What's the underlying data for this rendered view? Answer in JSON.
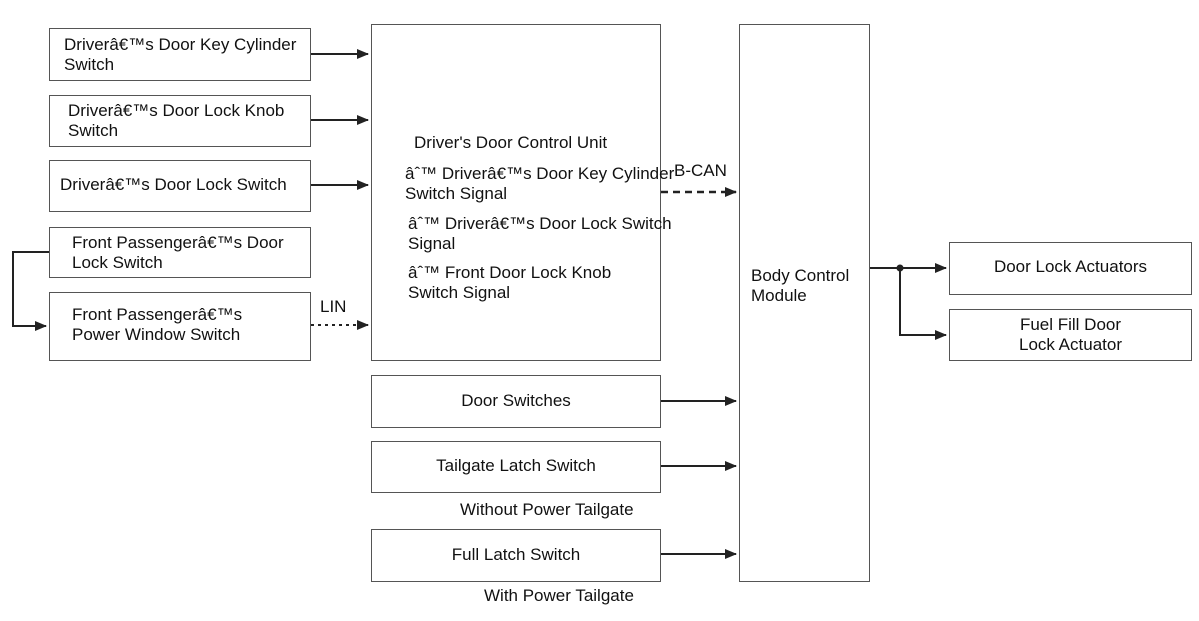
{
  "inputs": {
    "key_cylinder": "Driverâ€™s Door Key Cylinder\nSwitch",
    "lock_knob": "Driverâ€™s Door Lock Knob\nSwitch",
    "lock_switch": "Driverâ€™s Door Lock Switch",
    "fp_lock_switch": "Front Passengerâ€™s Door\nLock Switch",
    "fp_power_window": "Front Passengerâ€™s\nPower Window Switch"
  },
  "ddcu": {
    "title": "Driver's Door Control Unit",
    "signal1": "âˆ™ Driverâ€™s Door Key Cylinder\nSwitch Signal",
    "signal2": "âˆ™ Driverâ€™s Door Lock Switch\nSignal",
    "signal3": "âˆ™ Front Door Lock Knob\nSwitch Signal"
  },
  "bus": {
    "bcan": "B-CAN",
    "lin": "LIN"
  },
  "bcm": {
    "label": "Body Control\nModule"
  },
  "middle": {
    "door_switches": "Door Switches",
    "tailgate_latch": "Tailgate Latch Switch",
    "tailgate_latch_note": "Without Power Tailgate",
    "full_latch": "Full Latch Switch",
    "full_latch_note": "With Power Tailgate"
  },
  "outputs": {
    "door_lock_actuators": "Door Lock Actuators",
    "fuel_fill": "Fuel Fill Door\nLock Actuator"
  }
}
